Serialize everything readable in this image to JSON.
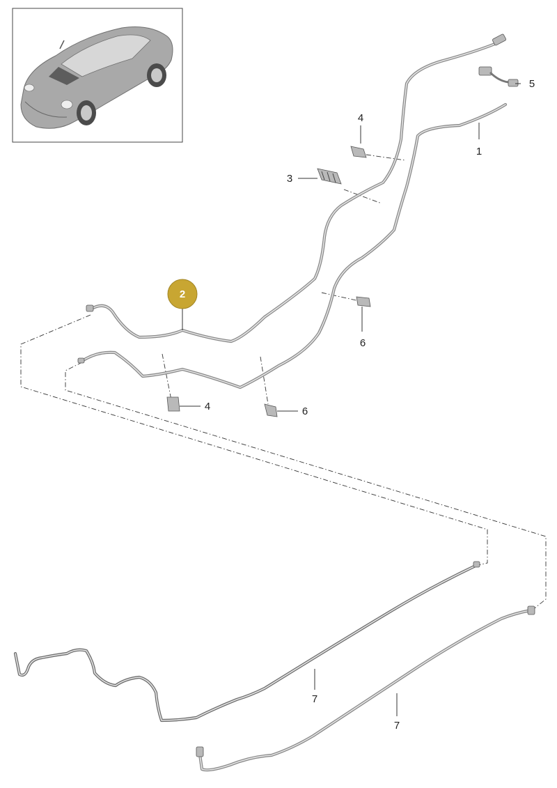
{
  "callouts": {
    "c1": "1",
    "c2": "2",
    "c3": "3",
    "c4a": "4",
    "c4b": "4",
    "c5": "5",
    "c6a": "6",
    "c6b": "6",
    "c7a": "7",
    "c7b": "7"
  },
  "highlight_color": "#c8a632",
  "line_color": "#333333",
  "pipe_color": "#8a8a8a",
  "icons": [
    "car-thumbnail-icon",
    "brake-line-pipe",
    "clip-part",
    "connector-part"
  ]
}
